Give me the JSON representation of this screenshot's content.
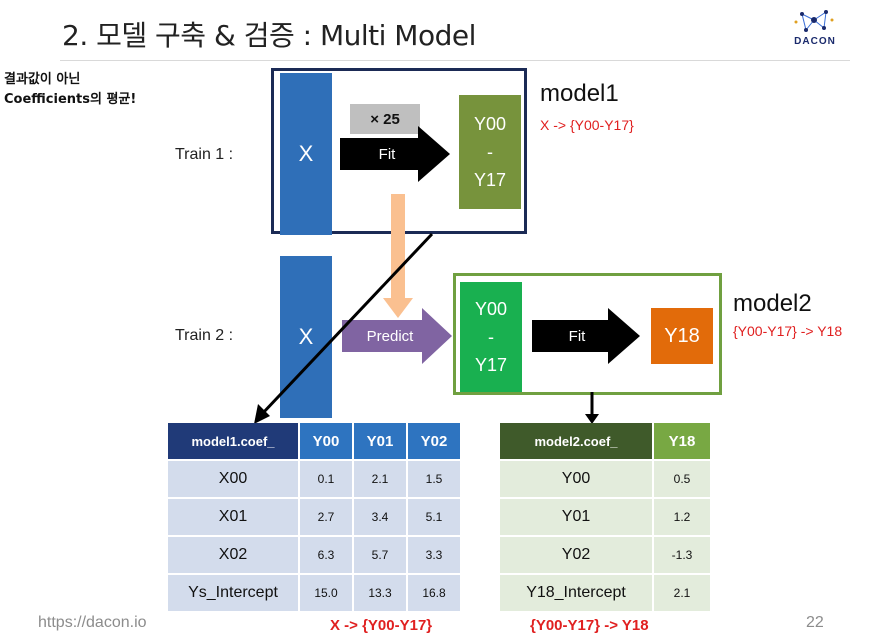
{
  "slide": {
    "title": "2. 모델 구축 & 검증 : Multi Model",
    "logo_text": "DACON",
    "side_note_line1": "결과값이 아닌",
    "side_note_line2": "Coefficients의 평균!",
    "footer_url": "https://dacon.io",
    "footer_left_red": "X -> {Y00-Y17}",
    "footer_right_red": "{Y00-Y17} -> Y18",
    "page_number": "22"
  },
  "diagram": {
    "train1_label": "Train 1 :",
    "train2_label": "Train 2 :",
    "x_label": "X",
    "times_label": "× 25",
    "fit_label": "Fit",
    "predict_label": "Predict",
    "y_range_top": "Y00",
    "y_range_dash": "-",
    "y_range_bottom": "Y17",
    "y18_label": "Y18",
    "model1_name": "model1",
    "model1_desc": "X -> {Y00-Y17}",
    "model2_name": "model2",
    "model2_desc": "{Y00-Y17} -> Y18"
  },
  "table1": {
    "headers": [
      "model1.coef_",
      "Y00",
      "Y01",
      "Y02"
    ],
    "rows": [
      [
        "X00",
        "0.1",
        "2.1",
        "1.5"
      ],
      [
        "X01",
        "2.7",
        "3.4",
        "5.1"
      ],
      [
        "X02",
        "6.3",
        "5.7",
        "3.3"
      ],
      [
        "Ys_Intercept",
        "15.0",
        "13.3",
        "16.8"
      ]
    ]
  },
  "table2": {
    "headers": [
      "model2.coef_",
      "Y18"
    ],
    "rows": [
      [
        "Y00",
        "0.5"
      ],
      [
        "Y01",
        "1.2"
      ],
      [
        "Y02",
        "-1.3"
      ],
      [
        "Y18_Intercept",
        "2.1"
      ]
    ]
  },
  "colors": {
    "x_blue": "#2f6fb8",
    "olive": "#77933c",
    "green": "#19b050",
    "orange": "#e26b0a",
    "predict_purple": "#8064a2",
    "box1_border": "#1b2a55",
    "box2_border": "#70a040",
    "accent_red": "#e02020"
  }
}
